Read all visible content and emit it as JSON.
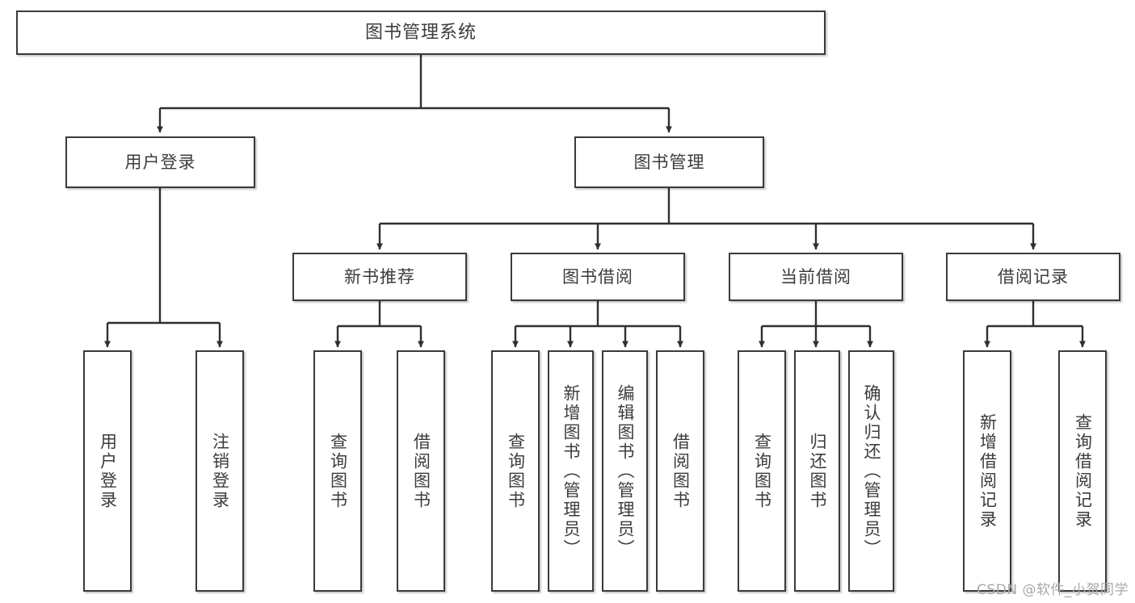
{
  "diagram": {
    "title": "图书管理系统",
    "type": "hierarchy-tree",
    "levels": 4,
    "nodes": {
      "root": {
        "label": "图书管理系统"
      },
      "level2": [
        {
          "id": "user-login",
          "label": "用户登录"
        },
        {
          "id": "book-manage",
          "label": "图书管理"
        }
      ],
      "level3": [
        {
          "id": "new-book-recommend",
          "label": "新书推荐"
        },
        {
          "id": "book-borrow",
          "label": "图书借阅"
        },
        {
          "id": "current-borrow",
          "label": "当前借阅"
        },
        {
          "id": "borrow-record",
          "label": "借阅记录"
        }
      ],
      "leaves": {
        "user-login": [
          {
            "id": "leaf-user-login",
            "label": "用户登录"
          },
          {
            "id": "leaf-logout-login",
            "label": "注销登录"
          }
        ],
        "new-book-recommend": [
          {
            "id": "leaf-query-book-1",
            "label": "查询图书"
          },
          {
            "id": "leaf-borrow-book-1",
            "label": "借阅图书"
          }
        ],
        "book-borrow": [
          {
            "id": "leaf-query-book-2",
            "label": "查询图书"
          },
          {
            "id": "leaf-add-book",
            "label": "新增图书（管理员）"
          },
          {
            "id": "leaf-edit-book",
            "label": "编辑图书（管理员）"
          },
          {
            "id": "leaf-borrow-book-2",
            "label": "借阅图书"
          }
        ],
        "current-borrow": [
          {
            "id": "leaf-query-book-3",
            "label": "查询图书"
          },
          {
            "id": "leaf-return-book",
            "label": "归还图书"
          },
          {
            "id": "leaf-confirm-return",
            "label": "确认归还（管理员）"
          }
        ],
        "borrow-record": [
          {
            "id": "leaf-add-record",
            "label": "新增借阅记录"
          },
          {
            "id": "leaf-query-record",
            "label": "查询借阅记录"
          }
        ]
      }
    },
    "colors": {
      "box_border": "#3a3a3a",
      "box_fill": "#ffffff",
      "text": "#3c3c3c",
      "connector": "#2f2f2f",
      "watermark": "#a8a8a8",
      "background": "#ffffff"
    }
  },
  "watermark": {
    "text": "CSDN @软件_小贺同学"
  }
}
